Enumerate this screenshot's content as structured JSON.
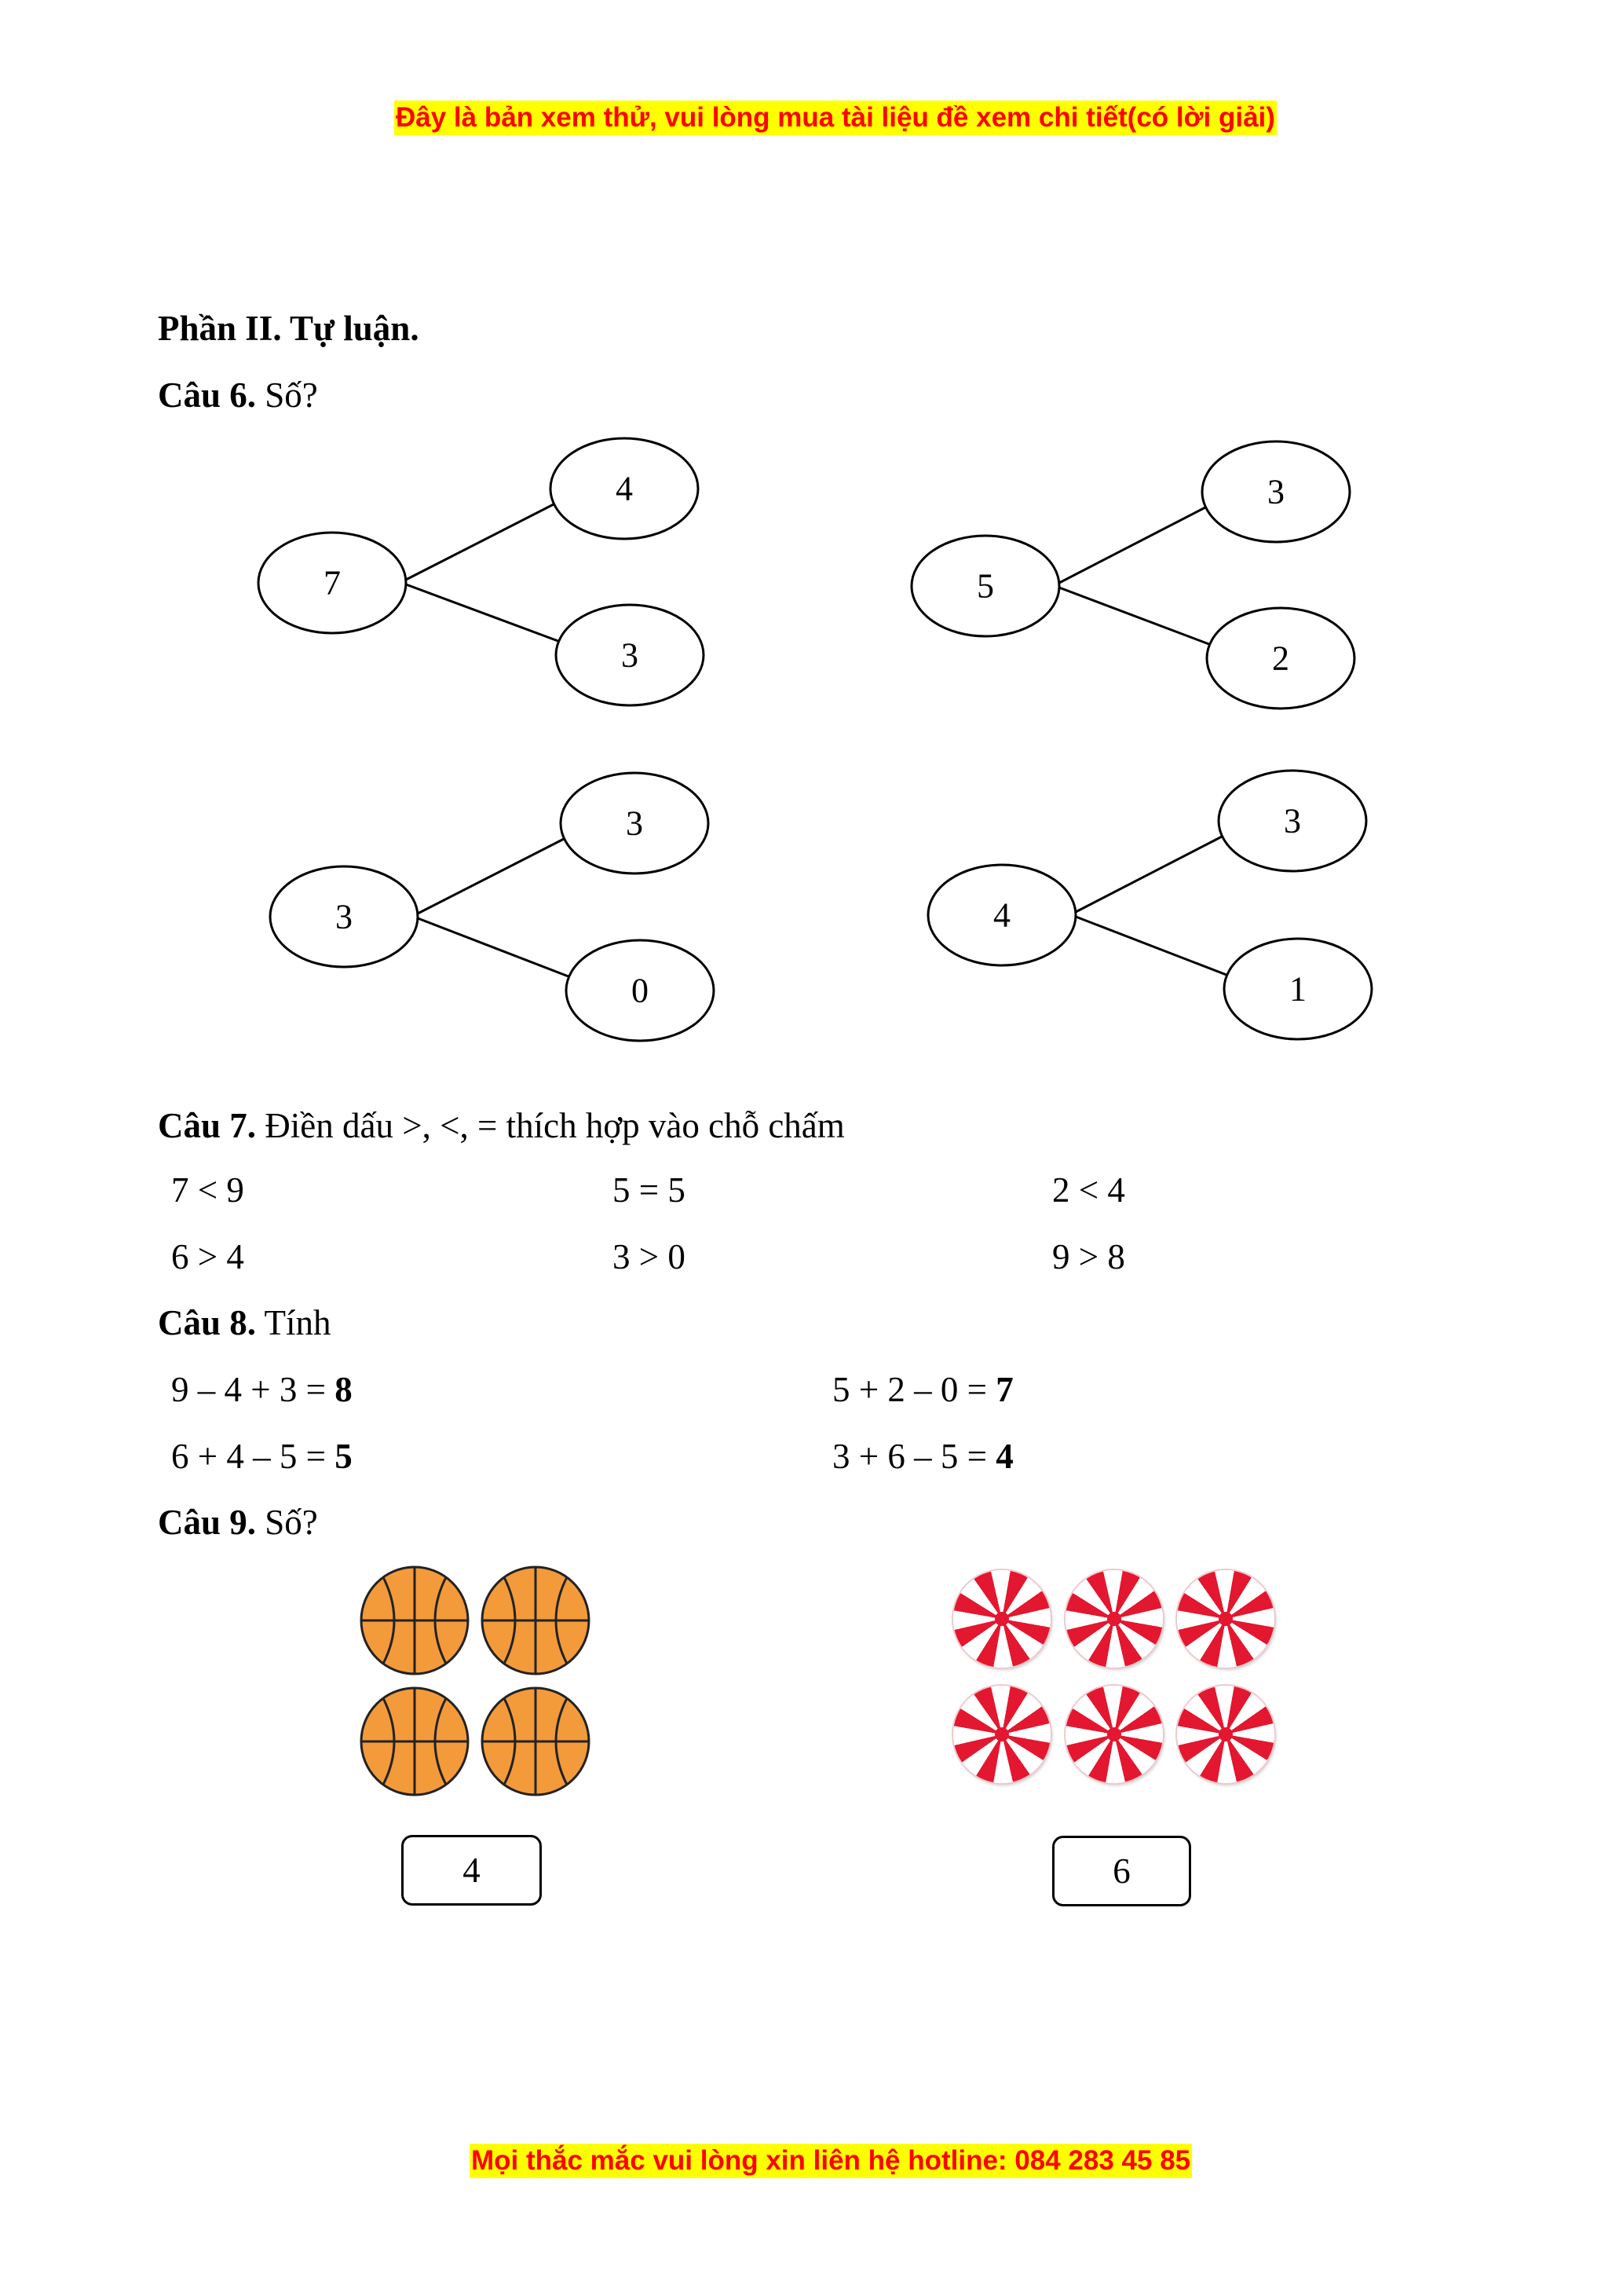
{
  "header_notice": "Đây là bản xem thử, vui lòng mua tài liệu đề xem chi tiết(có lời giải)",
  "section_title": "Phần II. Tự luận.",
  "q6": {
    "label": "Câu 6.",
    "prompt": "Số?",
    "trees": [
      {
        "root": "7",
        "top": "4",
        "bottom": "3"
      },
      {
        "root": "5",
        "top": "3",
        "bottom": "2"
      },
      {
        "root": "3",
        "top": "3",
        "bottom": "0"
      },
      {
        "root": "4",
        "top": "3",
        "bottom": "1"
      }
    ]
  },
  "q7": {
    "label": "Câu 7.",
    "prompt": "Điền dấu >, <, = thích hợp vào chỗ chấm",
    "items": [
      "7 < 9",
      "5 = 5",
      "2 < 4",
      "6 > 4",
      "3 > 0",
      "9 > 8"
    ]
  },
  "q8": {
    "label": "Câu 8.",
    "prompt": "Tính",
    "items": [
      {
        "expr": "9 – 4 + 3 = ",
        "answer": "8"
      },
      {
        "expr": "5 + 2 – 0 = ",
        "answer": "7"
      },
      {
        "expr": "6 + 4 – 5 = ",
        "answer": "5"
      },
      {
        "expr": "3 + 6 – 5 = ",
        "answer": "4"
      }
    ]
  },
  "q9": {
    "label": "Câu 9.",
    "prompt": "Số?",
    "groups": [
      {
        "object": "basketball",
        "count": 4,
        "answer": "4"
      },
      {
        "object": "peppermint-candy",
        "count": 6,
        "answer": "6"
      }
    ]
  },
  "footer_notice": "Mọi thắc mắc vui lòng xin liên hệ hotline: 084 283 45 85",
  "colors": {
    "banner_bg": "#ffff00",
    "banner_text": "#ff0000",
    "ball": "#f39a3a",
    "candy": "#e3172f"
  }
}
